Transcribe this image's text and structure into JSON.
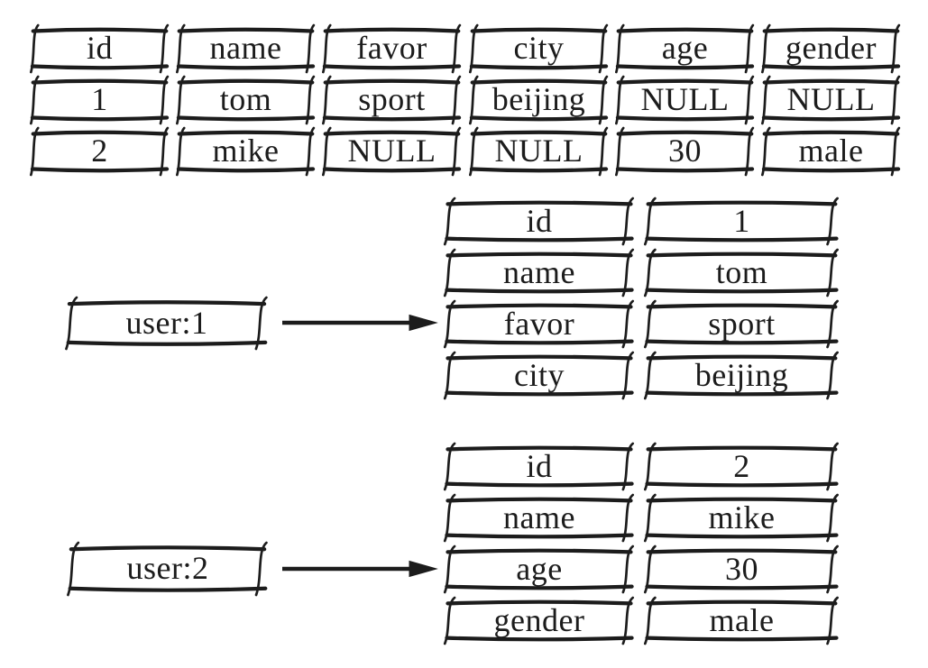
{
  "colors": {
    "ink": "#1c1c1c",
    "paper": "#ffffff"
  },
  "relational_table": {
    "headers": [
      "id",
      "name",
      "favor",
      "city",
      "age",
      "gender"
    ],
    "rows": [
      [
        "1",
        "tom",
        "sport",
        "beijing",
        "NULL",
        "NULL"
      ],
      [
        "2",
        "mike",
        "NULL",
        "NULL",
        "30",
        "male"
      ]
    ]
  },
  "hash_mappings": [
    {
      "key": "user:1",
      "fields": [
        {
          "field": "id",
          "value": "1"
        },
        {
          "field": "name",
          "value": "tom"
        },
        {
          "field": "favor",
          "value": "sport"
        },
        {
          "field": "city",
          "value": "beijing"
        }
      ]
    },
    {
      "key": "user:2",
      "fields": [
        {
          "field": "id",
          "value": "2"
        },
        {
          "field": "name",
          "value": "mike"
        },
        {
          "field": "age",
          "value": "30"
        },
        {
          "field": "gender",
          "value": "male"
        }
      ]
    }
  ]
}
